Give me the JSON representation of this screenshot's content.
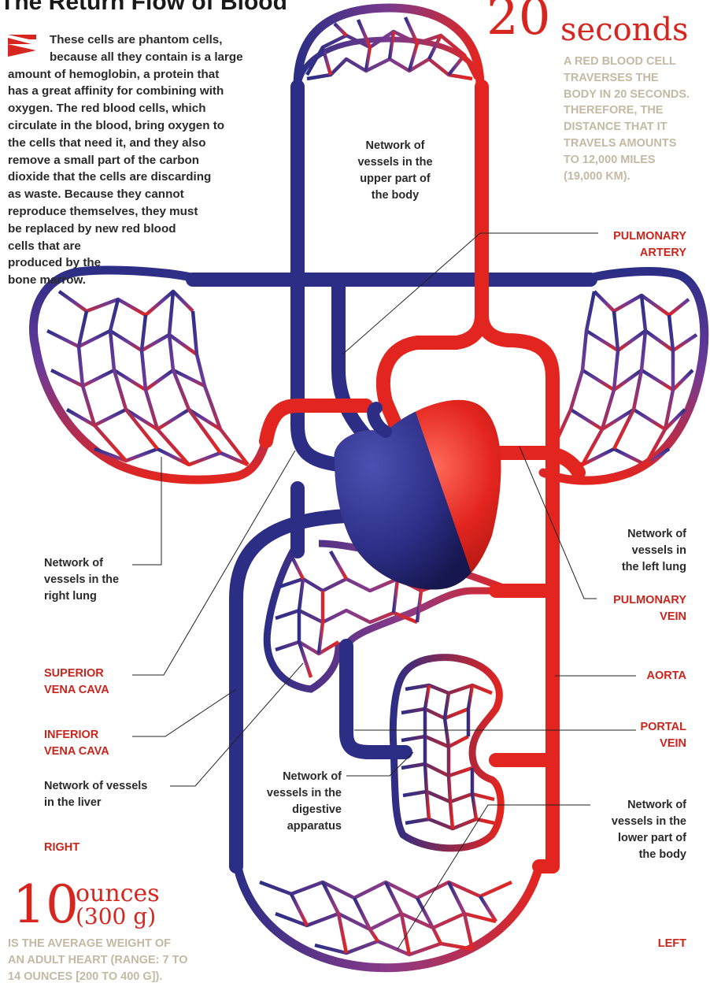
{
  "title": "The Return Flow of Blood",
  "intro": {
    "lines": [
      "These cells are phantom cells,",
      "because all they contain is a large",
      "amount of hemoglobin, a protein that",
      "has a great affinity for combining with",
      "oxygen. The red blood cells, which",
      "circulate in the blood, bring oxygen to",
      "the cells that need it, and they also",
      "remove a small part of the carbon",
      "dioxide that the cells are discarding",
      "as waste. Because they cannot",
      "reproduce themselves, they must",
      "be replaced by new red blood",
      "cells that are",
      "produced by the",
      "bone marrow."
    ]
  },
  "stat_top": {
    "number": "20",
    "unit": "seconds",
    "caption_lines": [
      "A RED BLOOD CELL",
      "TRAVERSES THE",
      "BODY IN 20 SECONDS.",
      "THEREFORE, THE",
      "DISTANCE THAT IT",
      "TRAVELS AMOUNTS",
      "TO 12,000 MILES",
      "(19,000 KM)."
    ]
  },
  "stat_bottom": {
    "number": "10",
    "unit_line1": "ounces",
    "unit_line2": "(300 g)",
    "caption_lines": [
      "IS THE AVERAGE WEIGHT OF",
      "AN ADULT HEART (RANGE: 7 TO",
      "14 OUNCES [200 TO 400 G])."
    ]
  },
  "labels": {
    "upper_body": [
      "Network of",
      "vessels in the",
      "upper part of",
      "the body"
    ],
    "pulmonary_artery": [
      "PULMONARY",
      "ARTERY"
    ],
    "right_lung": [
      "Network of",
      "vessels in the",
      "right lung"
    ],
    "left_lung": [
      "Network of",
      "vessels in",
      "the left lung"
    ],
    "pulmonary_vein": [
      "PULMONARY",
      "VEIN"
    ],
    "superior_vena_cava": [
      "SUPERIOR",
      "VENA CAVA"
    ],
    "aorta": "AORTA",
    "inferior_vena_cava": [
      "INFERIOR",
      "VENA CAVA"
    ],
    "portal_vein": [
      "PORTAL",
      "VEIN"
    ],
    "liver": [
      "Network of vessels",
      "in the liver"
    ],
    "digestive": [
      "Network of",
      "vessels in the",
      "digestive",
      "apparatus"
    ],
    "lower_body": [
      "Network of",
      "vessels in the",
      "lower part of",
      "the body"
    ],
    "right": "RIGHT",
    "left": "LEFT"
  },
  "colors": {
    "artery": "#e3251f",
    "vein": "#2c2e86",
    "stat_red": "#d6261f",
    "caption_tan": "#c4b9a3",
    "label_red": "#c8251c"
  }
}
